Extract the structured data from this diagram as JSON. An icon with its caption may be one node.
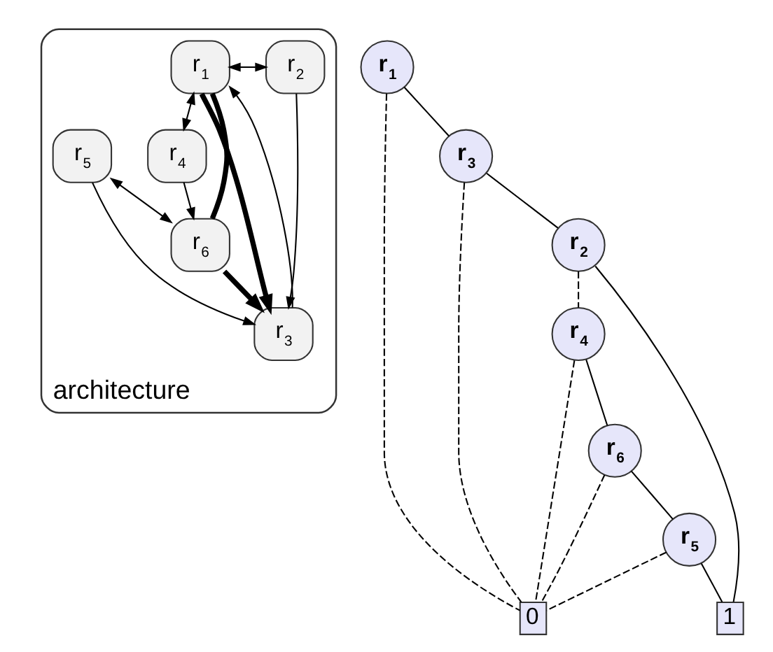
{
  "diagram": {
    "nodes": [
      {
        "text": [
          "architecture"
        ]
      },
      {
        "text": [
          "r$_{1}$"
        ],
        "in": 0
      },
      {
        "text": [
          "r$_{2}$"
        ],
        "in": 0
      },
      {
        "text": [
          "r$_{3}$"
        ],
        "in": 0
      },
      {
        "text": [
          "r$_{4}$"
        ],
        "in": 0
      },
      {
        "text": [
          "r$_{5}$"
        ],
        "in": 0
      },
      {
        "text": [
          "r$_{6}$"
        ],
        "in": 0
      },
      {
        "text": [
          "r$_{1}$"
        ]
      },
      {
        "text": [
          "r$_{3}$"
        ]
      },
      {
        "text": [
          "r$_{2}$"
        ]
      },
      {
        "text": [
          "r$_{4}$"
        ]
      },
      {
        "text": [
          "r$_{6}$"
        ]
      },
      {
        "text": [
          "r$_{5}$"
        ]
      },
      {
        "text": [
          "0"
        ]
      },
      {
        "text": [
          "1"
        ]
      }
    ],
    "edges": [
      {
        "from": 1,
        "to": 2,
        "arrow": "both"
      },
      {
        "from": 3,
        "to": 1,
        "arrow": "to"
      },
      {
        "from": 2,
        "to": 3,
        "arrow": "to"
      },
      {
        "from": 1,
        "to": 4,
        "arrow": "both"
      },
      {
        "from": 4,
        "to": 6,
        "arrow": "to"
      },
      {
        "from": 5,
        "to": 3,
        "arrow": "to"
      },
      {
        "from": 6,
        "to": 5,
        "arrow": "both"
      },
      {
        "from": 1,
        "to": 3,
        "arrow": "to",
        "style": "thick"
      },
      {
        "from": 1,
        "to": 6,
        "arrow": "none",
        "style": "thick"
      },
      {
        "from": 6,
        "to": 3,
        "arrow": "to",
        "style": "thick"
      },
      {
        "from": 7,
        "to": 8,
        "arrow": "none"
      },
      {
        "from": 7,
        "to": 13,
        "arrow": "none",
        "style": "dashed"
      },
      {
        "from": 8,
        "to": 9,
        "arrow": "none"
      },
      {
        "from": 8,
        "to": 13,
        "arrow": "none",
        "style": "dashed"
      },
      {
        "from": 9,
        "to": 10,
        "arrow": "none",
        "style": "dashed"
      },
      {
        "from": 9,
        "to": 14,
        "arrow": "none"
      },
      {
        "from": 10,
        "to": 11,
        "arrow": "none"
      },
      {
        "from": 10,
        "to": 13,
        "arrow": "none",
        "style": "dashed"
      },
      {
        "from": 11,
        "to": 12,
        "arrow": "none"
      },
      {
        "from": 11,
        "to": 13,
        "arrow": "none",
        "style": "dashed"
      },
      {
        "from": 12,
        "to": 14,
        "arrow": "none"
      },
      {
        "from": 12,
        "to": 13,
        "arrow": "none",
        "style": "dashed"
      }
    ]
  }
}
